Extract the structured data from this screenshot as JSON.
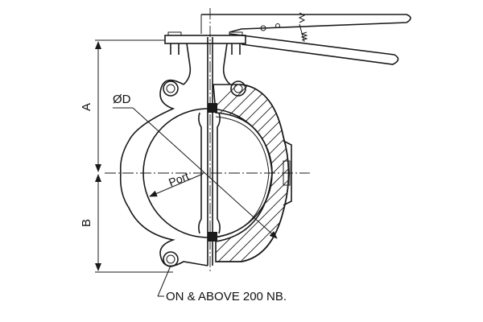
{
  "labels": {
    "diameter": "ØD",
    "port": "Port",
    "dim_a": "A",
    "dim_b": "B",
    "note": "ON & ABOVE 200 NB."
  },
  "colors": {
    "line": "#1a1a1a",
    "background": "#ffffff"
  }
}
